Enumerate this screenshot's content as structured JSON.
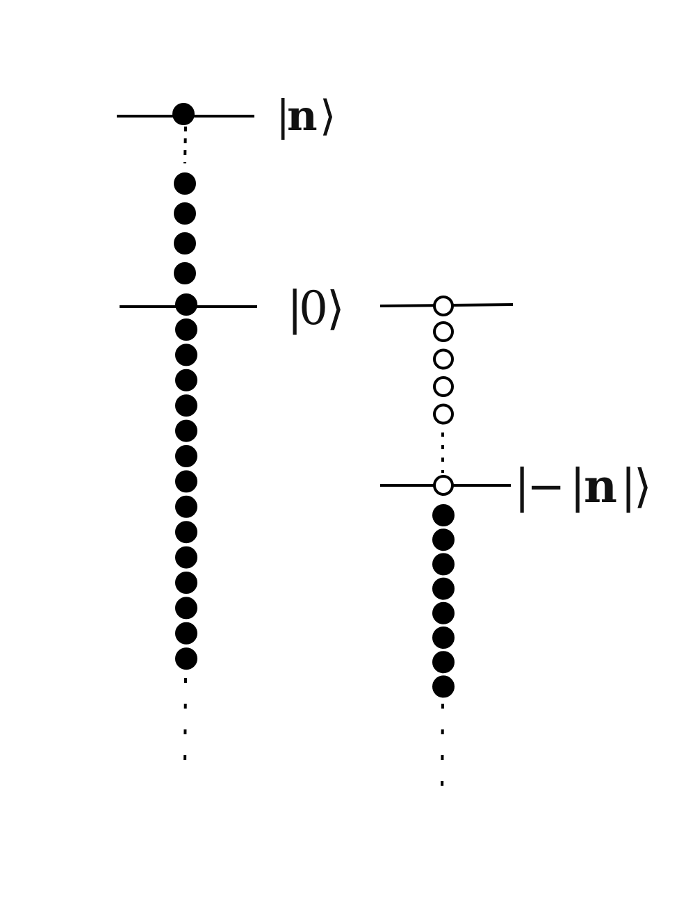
{
  "colors": {
    "ink": "#000000",
    "background": "#ffffff"
  },
  "labels": {
    "ket_n": "n",
    "ket_zero": "0",
    "ket_minus_sign": "−",
    "ket_minus_n": "n"
  },
  "ladders": {
    "left": {
      "filled_between_n_and_zero": 4,
      "filled_below_zero": 14,
      "dot_on_n_level": "filled",
      "dot_on_zero_level": "filled"
    },
    "right": {
      "hollow_below_zero": 4,
      "dot_on_zero_level": "hollow",
      "dot_on_minus_n_level": "hollow",
      "filled_below_minus_n": 8
    }
  }
}
